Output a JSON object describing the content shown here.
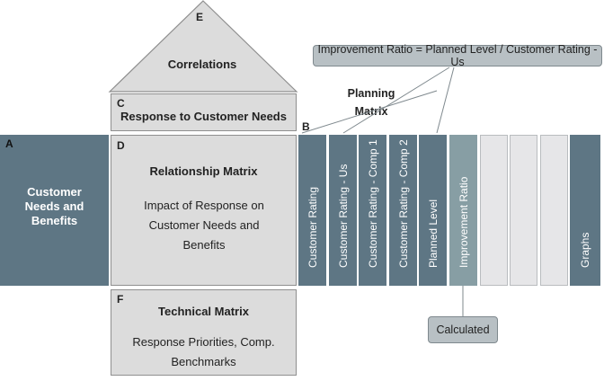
{
  "roof": {
    "letter": "E",
    "title": "Correlations"
  },
  "response": {
    "letter": "C",
    "title": "Response to Customer Needs"
  },
  "customer": {
    "letter": "A",
    "title": "Customer Needs and Benefits"
  },
  "relationship": {
    "letter": "D",
    "title": "Relationship Matrix",
    "body": "Impact of Response on Customer Needs and Benefits"
  },
  "technical": {
    "letter": "F",
    "title": "Technical Matrix",
    "body": "Response Priorities, Comp. Benchmarks"
  },
  "planning": {
    "letter": "B",
    "title": "Planning Matrix",
    "columns": [
      "Customer Rating",
      "Customer Rating - Us",
      "Customer Rating - Comp 1",
      "Customer Rating - Comp 2",
      "Planned Level",
      "Improvement Ratio",
      "",
      "",
      "",
      "Graphs"
    ]
  },
  "callouts": {
    "formula": "Improvement Ratio = Planned Level / Customer Rating - Us",
    "calculated": "Calculated"
  },
  "colors": {
    "dark_column": "#5e7684",
    "highlight_column": "#879ea4",
    "empty_column": "#e6e6e8",
    "gray_box": "#dcdcdc"
  }
}
